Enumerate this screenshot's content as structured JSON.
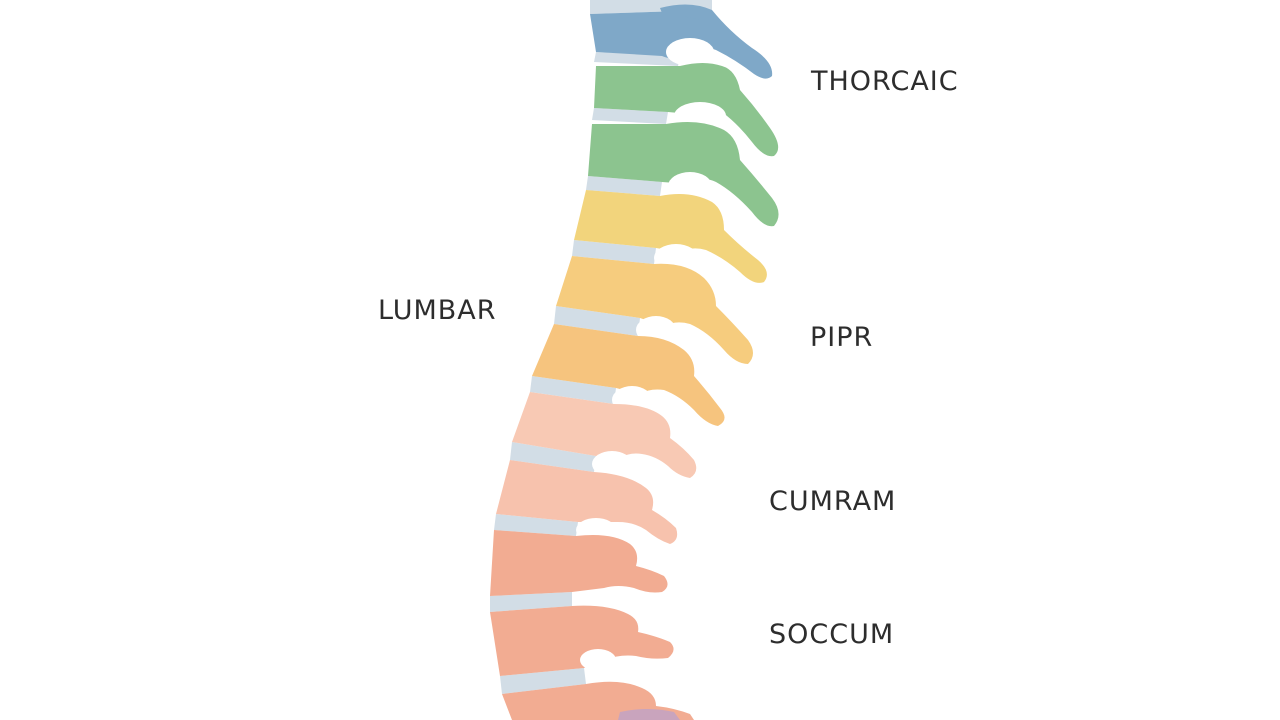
{
  "labels": {
    "thoracic": "THORCAIC",
    "lumbar": "LUMBAR",
    "pipr": "PIPR",
    "cumram": "CUMRAM",
    "soccum": "SOCCUM"
  },
  "colors": {
    "background": "#ffffff",
    "text": "#2d2d2d",
    "disc": "#d2dde6",
    "vertebrae": [
      "#7fa8c8",
      "#8cc48f",
      "#8cc48f",
      "#f2d47c",
      "#f6cc7e",
      "#f6c47e",
      "#f8c9b4",
      "#f7c2ad",
      "#f2ac92",
      "#f2ac92",
      "#f2ac92"
    ],
    "tail": "#c9a4bd"
  }
}
